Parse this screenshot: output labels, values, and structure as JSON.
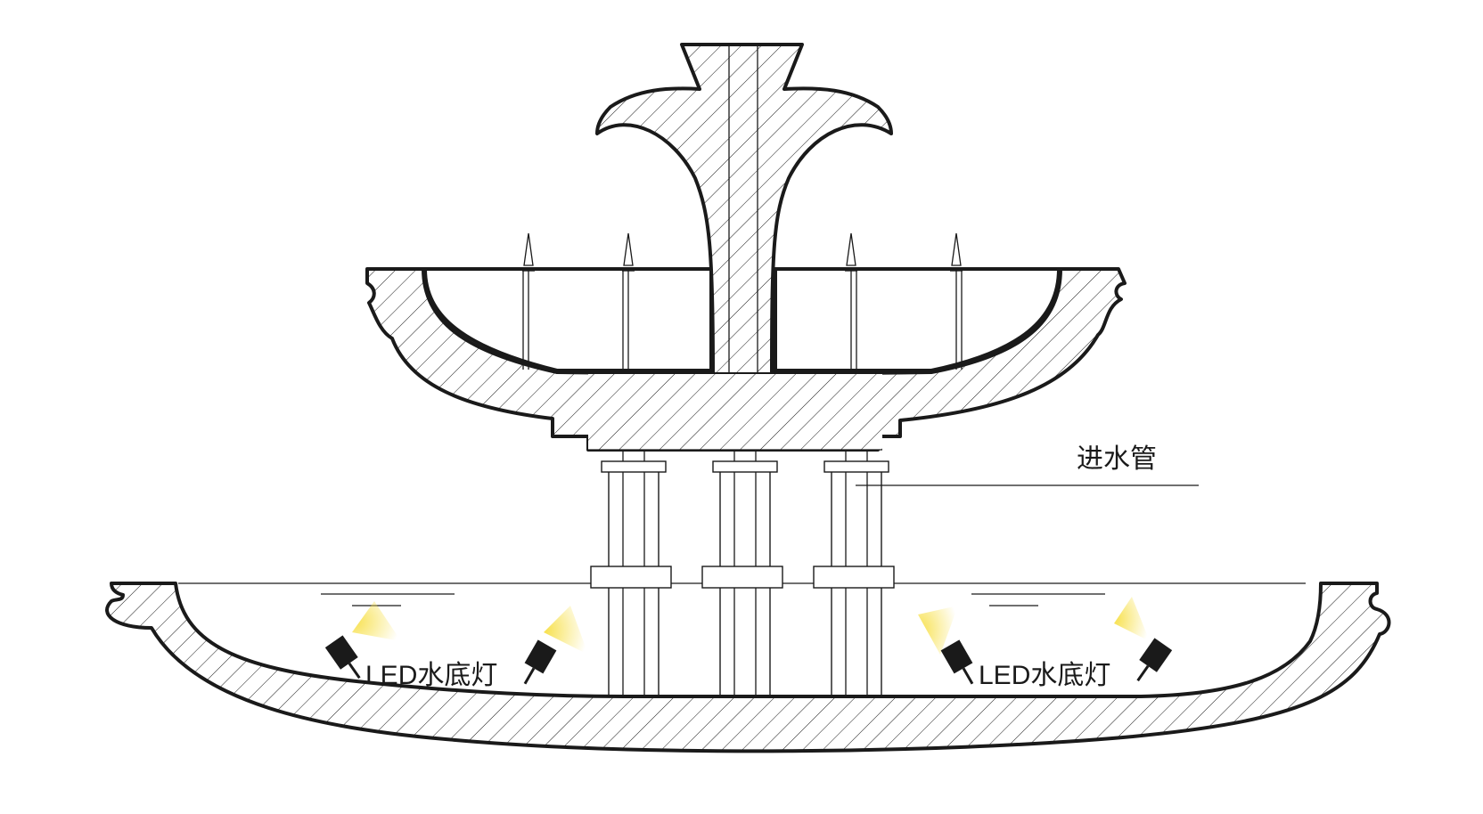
{
  "labels": {
    "inlet_pipe": "进水管",
    "led_light_left": "LED水底灯",
    "led_light_right": "LED水底灯"
  },
  "colors": {
    "line": "#1a1a1a",
    "led_glow": "#f7e04a"
  }
}
